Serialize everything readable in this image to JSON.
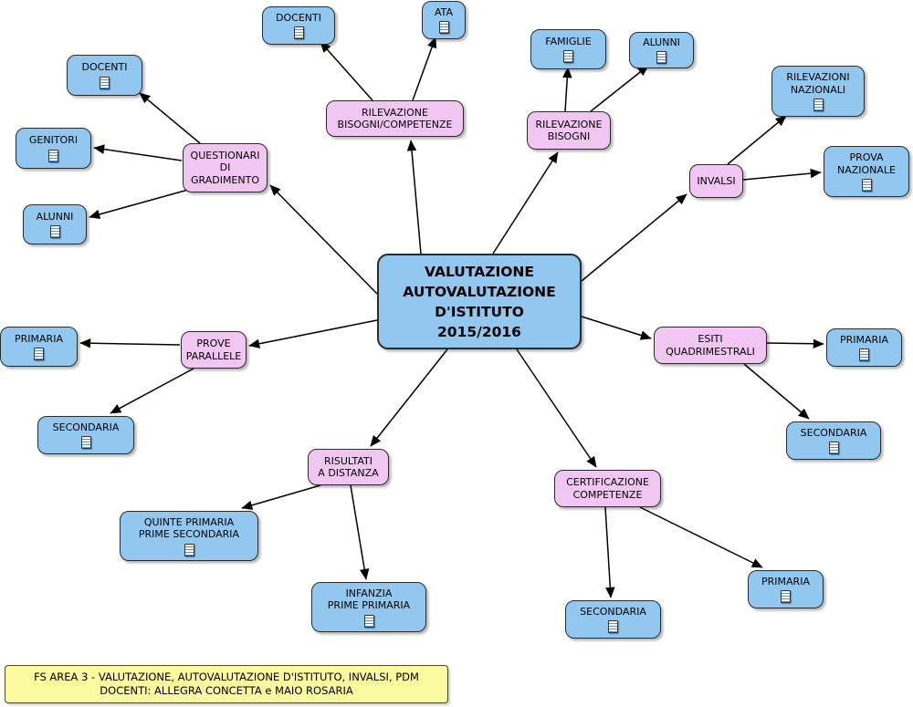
{
  "colors": {
    "node_blue": "#92C7F0",
    "node_pink": "#F2C6F2",
    "note_yellow": "#FAFA9E",
    "border": "#2b2b2b",
    "arrow": "#000000"
  },
  "map": {
    "center": "VALUTAZIONE\nAUTOVALUTAZIONE\nD'ISTITUTO\n2015/2016",
    "questionari": {
      "label": "QUESTIONARI\nDI\nGRADIMENTO",
      "docenti": "DOCENTI",
      "genitori": "GENITORI",
      "alunni": "ALUNNI"
    },
    "rilevazione_bc": {
      "label": "RILEVAZIONE\nBISOGNI/COMPETENZE",
      "docenti": "DOCENTI",
      "ata": "ATA"
    },
    "rilevazione_bisogni": {
      "label": "RILEVAZIONE\nBISOGNI",
      "famiglie": "FAMIGLIE",
      "alunni": "ALUNNI"
    },
    "invalsi": {
      "label": "INVALSI",
      "rilevazioni_nazionali": "RILEVAZIONI\nNAZIONALI",
      "prova_nazionale": "PROVA\nNAZIONALE"
    },
    "esiti": {
      "label": "ESITI\nQUADRIMESTRALI",
      "primaria": "PRIMARIA",
      "secondaria": "SECONDARIA"
    },
    "prove_parallele": {
      "label": "PROVE\nPARALLELE",
      "primaria": "PRIMARIA",
      "secondaria": "SECONDARIA"
    },
    "risultati_distanza": {
      "label": "RISULTATI\nA DISTANZA",
      "quinte": "QUINTE PRIMARIA\nPRIME SECONDARIA",
      "infanzia": "INFANZIA\nPRIME PRIMARIA"
    },
    "certificazione": {
      "label": "CERTIFICAZIONE\nCOMPETENZE",
      "secondaria": "SECONDARIA",
      "primaria": "PRIMARIA"
    }
  },
  "note": {
    "line1": "FS AREA 3 - VALUTAZIONE, AUTOVALUTAZIONE D'ISTITUTO, INVALSI, PDM",
    "line2": "DOCENTI: ALLEGRA CONCETTA e MAIO ROSARIA"
  }
}
